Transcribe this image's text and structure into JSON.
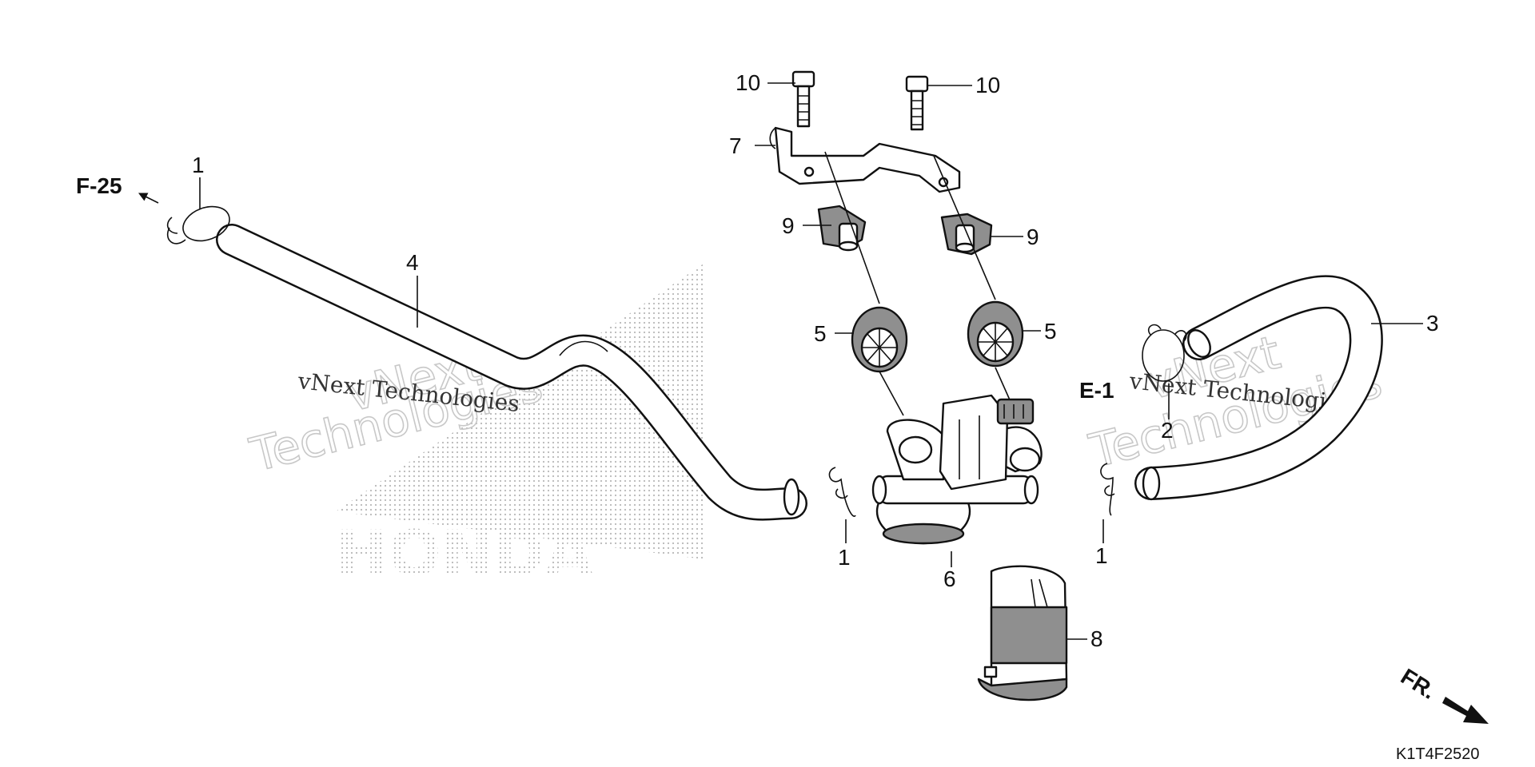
{
  "diagram": {
    "drawing_code": "K1T4F2520",
    "front_indicator": "FR.",
    "references": [
      {
        "id": "ref-f25",
        "label": "F-25"
      },
      {
        "id": "ref-e1",
        "label": "E-1"
      }
    ],
    "callouts": [
      {
        "id": "c-1-top-left",
        "label": "1"
      },
      {
        "id": "c-4",
        "label": "4"
      },
      {
        "id": "c-10-left",
        "label": "10"
      },
      {
        "id": "c-10-right",
        "label": "10"
      },
      {
        "id": "c-7",
        "label": "7"
      },
      {
        "id": "c-9-left",
        "label": "9"
      },
      {
        "id": "c-9-right",
        "label": "9"
      },
      {
        "id": "c-5-left",
        "label": "5"
      },
      {
        "id": "c-5-right",
        "label": "5"
      },
      {
        "id": "c-3",
        "label": "3"
      },
      {
        "id": "c-2",
        "label": "2"
      },
      {
        "id": "c-1-center-left",
        "label": "1"
      },
      {
        "id": "c-1-center-right",
        "label": "1"
      },
      {
        "id": "c-6",
        "label": "6"
      },
      {
        "id": "c-8",
        "label": "8"
      }
    ],
    "watermarks": {
      "company_line": "vNext Technologies",
      "big_first": "vNext",
      "big_second": "Technologies",
      "brand": "HONDA"
    }
  }
}
